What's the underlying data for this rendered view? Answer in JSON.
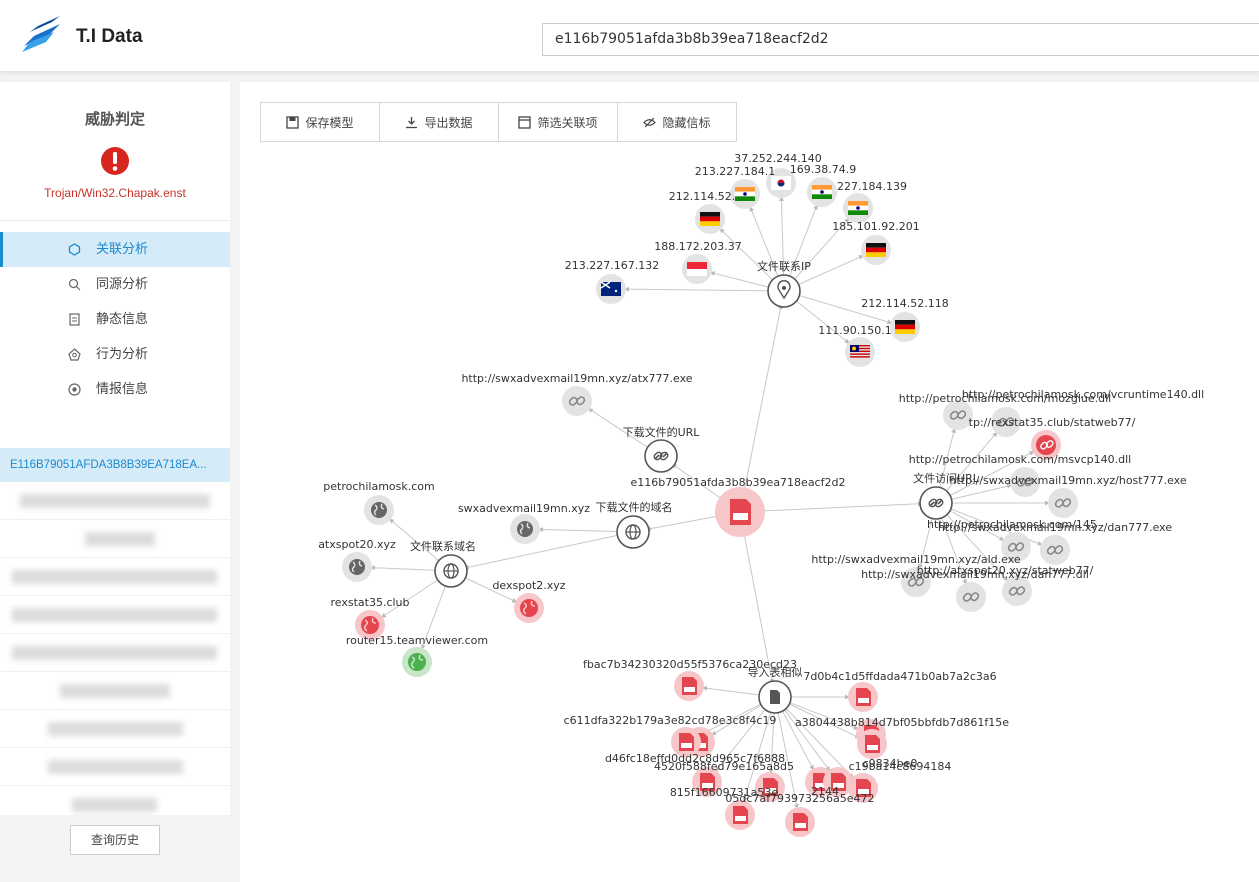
{
  "header": {
    "brand": "T.I Data",
    "search_value": "e116b79051afda3b8b39ea718eacf2d2"
  },
  "sidebar": {
    "verdict_title": "威胁判定",
    "verdict_name": "Trojan/Win32.Chapak.enst",
    "menu": [
      {
        "label": "关联分析",
        "icon": "network-icon",
        "active": true
      },
      {
        "label": "同源分析",
        "icon": "search-icon",
        "active": false
      },
      {
        "label": "静态信息",
        "icon": "document-icon",
        "active": false
      },
      {
        "label": "行为分析",
        "icon": "behavior-icon",
        "active": false
      },
      {
        "label": "情报信息",
        "icon": "intel-icon",
        "active": false
      }
    ],
    "hash_item": "E116B79051AFDA3B8B39EA718EA...",
    "history_button": "查询历史"
  },
  "toolbar": {
    "save": "保存模型",
    "export": "导出数据",
    "filter": "筛选关联项",
    "hide": "隐藏信标"
  },
  "graph": {
    "center": "e116b79051afda3b8b39ea718eacf2d2",
    "hubs": {
      "ip": "文件联系IP",
      "url": "下载文件的URL",
      "domain_dl": "下载文件的域名",
      "domain_contact": "文件联系域名",
      "visit_url": "文件访问URL",
      "import_table": "导入表相似"
    },
    "ips": [
      "37.252.244.140",
      "213.227.184.1",
      "169.38.74.9",
      "212.114.52.",
      "227.184.139",
      "188.172.203.37",
      "185.101.92.201",
      "213.227.167.132",
      "212.114.52.118",
      "111.90.150.1"
    ],
    "dl_url": "http://swxadvexmail19mn.xyz/atx777.exe",
    "dl_domain": "swxadvexmail19mn.xyz",
    "contact_domains": [
      "petrochilamosk.com",
      "atxspot20.xyz",
      "dexspot2.xyz",
      "rexstat35.club",
      "router15.teamviewer.com"
    ],
    "visit_urls": [
      "http://petrochilamosk.com/vcruntime140.dll",
      "http://petrochilamosk.com/mozglue.dll",
      "tp://rexstat35.club/statweb77/",
      "http://petrochilamosk.com/msvcp140.dll",
      "http://swxadvexmail19mn.xyz/host777.exe",
      "http://petrochilamosk.com/145",
      "http://swxadvexmail19mn.xyz/dan777.exe",
      "http://swxadvexmail19mn.xyz/ald.exe",
      "http://atxspot20.xyz/statweb77/",
      "http://swxadvexmail19mn.xyz/dan777.dll"
    ],
    "hashes": [
      "fbac7b34230320d55f5376ca230ecd23",
      "7d0b4c1d5ffdada471b0ab7a2c3a6",
      "c611dfa322b179a3e82cd78e3c8f4c19",
      "a3804438b814d7bf05bbfdb7d861f15e",
      "d46fc18effd0dd2c8d965c7f6888",
      "4520f588fed79e165a8d5",
      "c9834be0",
      "c19ba14c8694184",
      "815f16609731a53e",
      "05dc7af793973256a5e472",
      "2144"
    ]
  }
}
